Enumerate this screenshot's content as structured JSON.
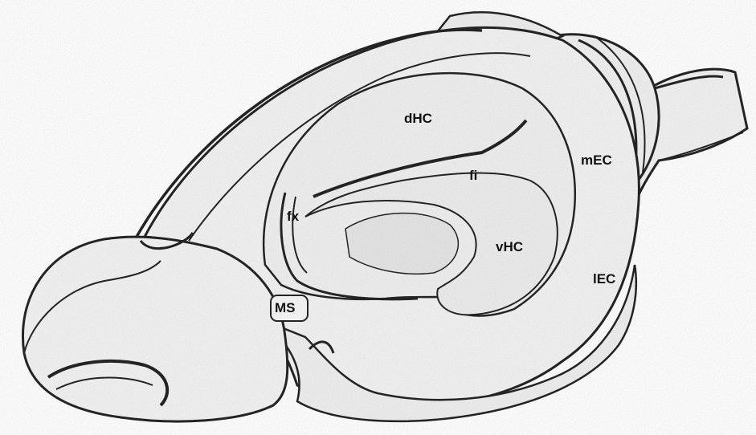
{
  "labels": {
    "dhc": "dHC",
    "fi": "fi",
    "mec": "mEC",
    "fx": "fx",
    "vhc": "vHC",
    "lec": "lEC",
    "ms": "MS"
  },
  "colors": {
    "outline": "#1a1a1a",
    "fill": "#f1f1f1",
    "inner_fill": "#ececec",
    "background": "#ffffff"
  }
}
